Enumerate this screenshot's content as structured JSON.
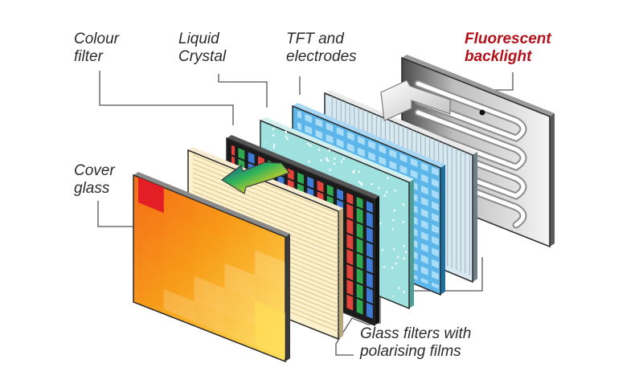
{
  "labels": {
    "colour_filter": {
      "line1": "Colour",
      "line2": "filter"
    },
    "liquid_crystal": {
      "line1": "Liquid",
      "line2": "Crystal"
    },
    "tft": {
      "line1": "TFT and",
      "line2": "electrodes"
    },
    "backlight": {
      "line1": "Fluorescent",
      "line2": "backlight"
    },
    "cover_glass": {
      "line1": "Cover",
      "line2": "glass"
    },
    "glass_filters": {
      "line1": "Glass filters with",
      "line2": "polarising films"
    }
  },
  "colors": {
    "text": "#2b2b2b",
    "accent": "#b3121a",
    "leader": "#555555",
    "panel_edge": "#2a2a2a",
    "cover_base": "#f7a21c",
    "cover_red": "#e31e24",
    "cover_light": "#ffe15a",
    "polariser": "#fdf1cc",
    "liquid_crystal": "#9fe1de",
    "tft": "#5cb6ea",
    "backlight_diffuser": "#d7e8f0",
    "backlight_frame": "#cfcfcf"
  },
  "icons": [
    "arrow-icon",
    "arrow-icon"
  ]
}
